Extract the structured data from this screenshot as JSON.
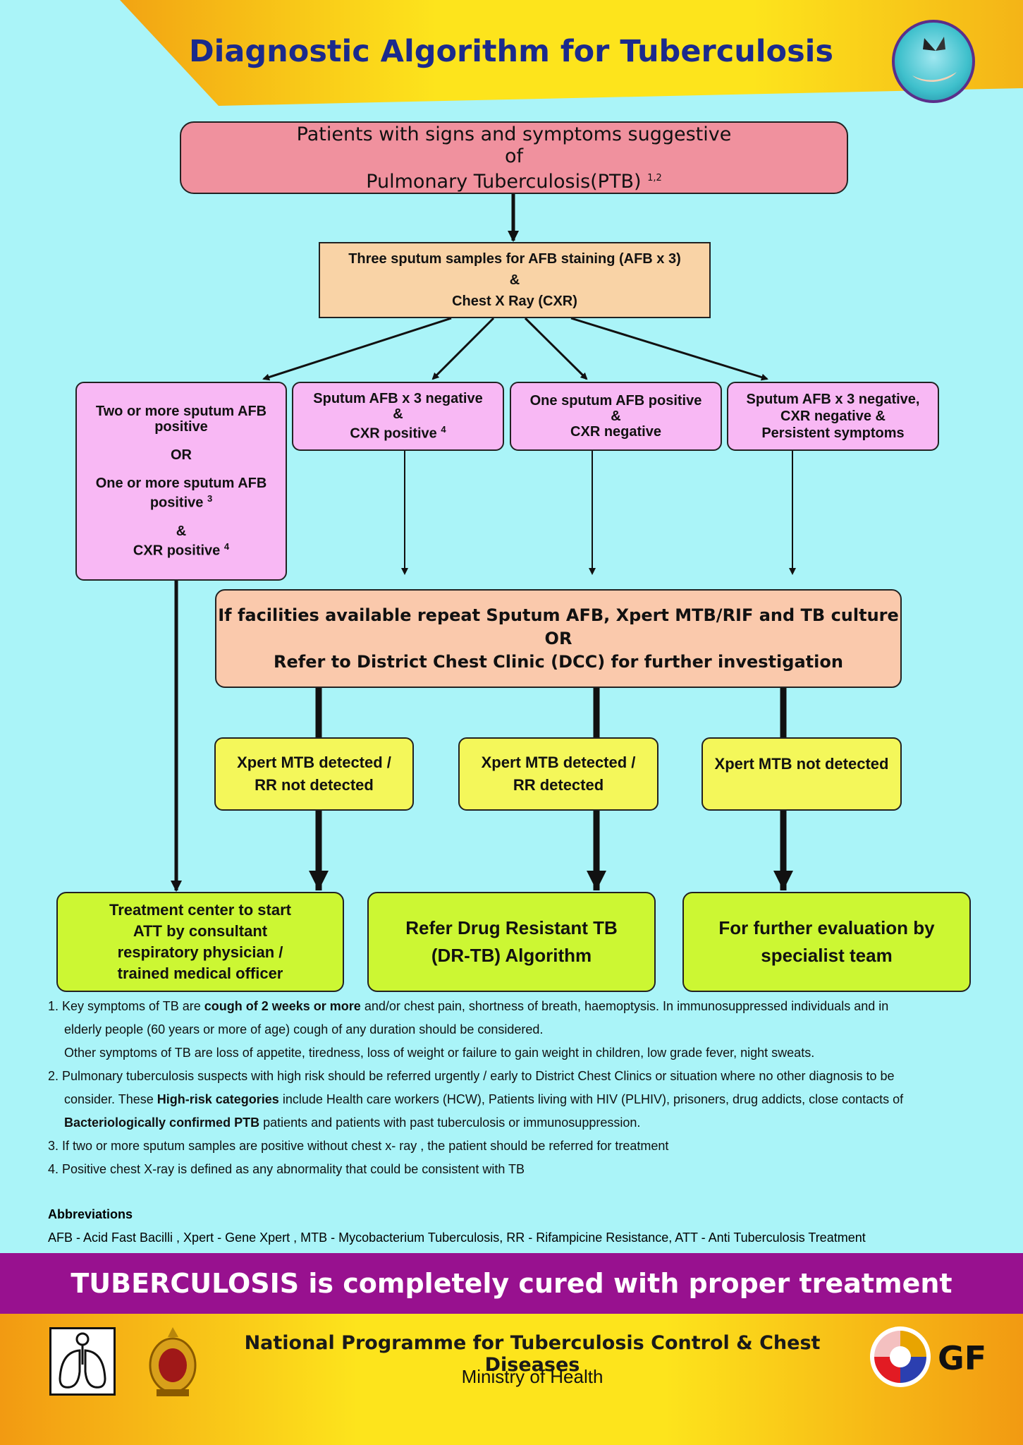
{
  "header": {
    "title": "Diagnostic Algorithm for Tuberculosis",
    "colors": {
      "title": "#1b2a8c",
      "band_light": "#fde41c",
      "band_dark": "#f2a413",
      "background": "#aaf4f8"
    }
  },
  "flow": {
    "top": {
      "line1": "Patients with signs and symptoms suggestive",
      "line2": "of",
      "line3": "Pulmonary Tuberculosis(PTB)",
      "sup": "1,2"
    },
    "sputum": {
      "line1": "Three sputum samples for AFB staining (AFB x 3)",
      "line2": "&",
      "line3": "Chest X Ray (CXR)"
    },
    "c1": {
      "line1": "Two or more sputum AFB",
      "line2": "positive",
      "line3": "OR",
      "line4": "One or more sputum AFB",
      "line5": "positive",
      "sup5": "3",
      "line6": "&",
      "line7": "CXR positive",
      "sup7": "4"
    },
    "c2": {
      "line1": "Sputum AFB x 3 negative",
      "line2": "&",
      "line3": "CXR positive",
      "sup3": "4"
    },
    "c3": {
      "line1": "One sputum AFB positive",
      "line2": "&",
      "line3": "CXR negative"
    },
    "c4": {
      "line1": "Sputum AFB x 3 negative,",
      "line2": "CXR negative &",
      "line3": "Persistent symptoms"
    },
    "mid": {
      "line1": "If facilities available repeat Sputum AFB, Xpert MTB/RIF and TB culture",
      "line2": "OR",
      "line3": "Refer to District Chest Clinic (DCC) for further investigation"
    },
    "y1": {
      "line1": "Xpert MTB detected /",
      "line2": "RR not detected"
    },
    "y2": {
      "line1": "Xpert MTB detected /",
      "line2": "RR detected"
    },
    "y3": {
      "line1": "Xpert MTB not detected"
    },
    "g1": {
      "line1": "Treatment center to start",
      "line2": "ATT by consultant",
      "line3": "respiratory physician /",
      "line4": "trained medical officer"
    },
    "g2": {
      "line1": "Refer Drug Resistant TB",
      "line2": "(DR-TB) Algorithm"
    },
    "g3": {
      "line1": "For further evaluation by",
      "line2": "specialist team"
    }
  },
  "notes": {
    "n1a_pre": "1. Key symptoms of TB are ",
    "n1a_bold": "cough of 2 weeks or more",
    "n1a_post": " and/or chest pain, shortness of breath, haemoptysis. In immunosuppressed individuals and in",
    "n1b": "elderly people (60 years or more of age) cough of any duration should be considered.",
    "n1c": "Other symptoms of TB are  loss of appetite, tiredness, loss of weight or failure to gain weight in children, low grade fever, night sweats.",
    "n2a": "2. Pulmonary tuberculosis suspects with high risk should be referred urgently / early to District Chest Clinics or situation where no other diagnosis to be",
    "n2b_pre": "consider. These ",
    "n2b_bold": "High-risk categories",
    "n2b_post": " include Health care workers (HCW), Patients living with HIV (PLHIV), prisoners, drug addicts, close contacts of",
    "n2c_bold": "Bacteriologically confirmed PTB",
    "n2c_post": " patients and patients with past tuberculosis or immunosuppression.",
    "n3": "3. If two or more sputum samples are positive without chest x- ray , the patient should be referred for treatment",
    "n4": "4. Positive chest X-ray is defined as any abnormality that could be consistent with TB"
  },
  "abbreviations": {
    "heading": "Abbreviations",
    "text": "AFB - Acid Fast Bacilli , Xpert - Gene Xpert , MTB - Mycobacterium Tuberculosis, RR - Rifampicine Resistance, ATT - Anti Tuberculosis Treatment"
  },
  "banner": {
    "text": "TUBERCULOSIS is completely cured with proper treatment",
    "color": "#98118f"
  },
  "footer": {
    "org": "National Programme for Tuberculosis Control & Chest Diseases",
    "ministry": "Ministry of Health",
    "gf": "GF",
    "icons": [
      "lungs-logo-icon",
      "national-emblem-icon",
      "global-fund-logo-icon",
      "butterfly-hand-logo-icon"
    ]
  }
}
